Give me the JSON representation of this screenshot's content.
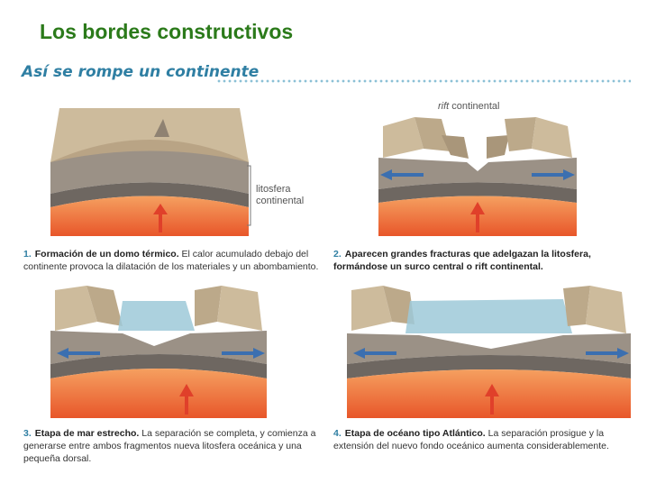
{
  "slide": {
    "title": "Los bordes constructivos"
  },
  "figure": {
    "heading": "Así se rompe un continente",
    "labels": {
      "lithosphere_line1": "litosfera",
      "lithosphere_line2": "continental",
      "rift_italic": "rift",
      "rift_rest": " continental"
    },
    "steps": [
      {
        "number": "1.",
        "lead": "Formación de un domo térmico.",
        "text": " El calor acumulado debajo del continente provoca la dilatación de los materiales y un abombamiento."
      },
      {
        "number": "2.",
        "lead": "Aparecen grandes fracturas que adelgazan la litosfera, formándose un surco central o rift continental.",
        "text": ""
      },
      {
        "number": "3.",
        "lead": "Etapa de mar estrecho.",
        "text": " La separación se completa, y comienza a generarse entre ambos fragmentos nueva litosfera oceánica y una pequeña dorsal."
      },
      {
        "number": "4.",
        "lead": "Etapa de océano tipo Atlántico.",
        "text": " La separación prosigue y la extensión del nuevo fondo oceánico aumenta considerablemente."
      }
    ]
  },
  "colors": {
    "title_green": "#2b7a1a",
    "heading_blue": "#2f7fa3",
    "crust_top": "#c9b79a",
    "crust_side": "#9b9186",
    "mantle_dark": "#6e6761",
    "magma": "#f07a3a",
    "water": "#9ec9d8",
    "arrow_blue": "#3b6fb0",
    "arrow_red": "#e0402a"
  }
}
